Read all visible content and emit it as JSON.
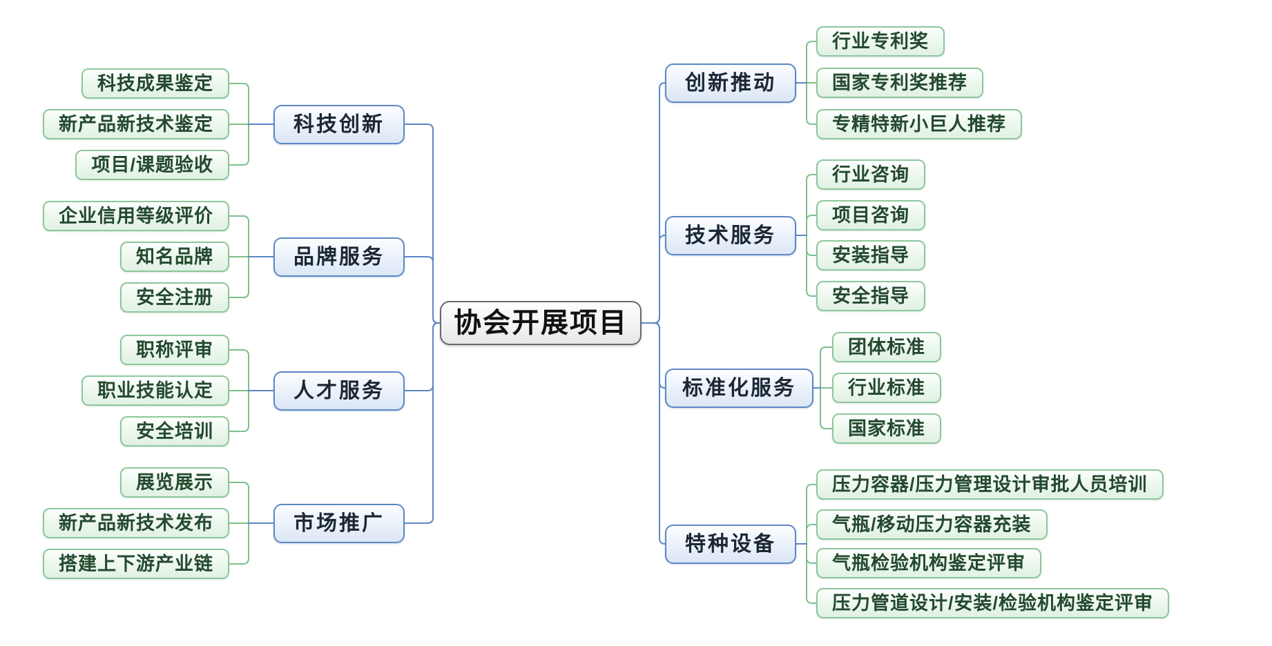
{
  "title": "协会开展项目",
  "colors": {
    "branch_border": "#5b87c5",
    "branch_fill": "#dbe6f5",
    "leaf_border": "#8cc79a",
    "leaf_fill": "#e1f1e4",
    "leaf_text": "#24492f",
    "center_border": "#666a6e",
    "connector_green": "#7cbf8c",
    "connector_blue": "#5b87c5"
  },
  "branches": [
    {
      "label": "科技创新",
      "side": "left",
      "children": [
        "科技成果鉴定",
        "新产品新技术鉴定",
        "项目/课题验收"
      ]
    },
    {
      "label": "品牌服务",
      "side": "left",
      "children": [
        "企业信用等级评价",
        "知名品牌",
        "安全注册"
      ]
    },
    {
      "label": "人才服务",
      "side": "left",
      "children": [
        "职称评审",
        "职业技能认定",
        "安全培训"
      ]
    },
    {
      "label": "市场推广",
      "side": "left",
      "children": [
        "展览展示",
        "新产品新技术发布",
        "搭建上下游产业链"
      ]
    },
    {
      "label": "创新推动",
      "side": "right",
      "children": [
        "行业专利奖",
        "国家专利奖推荐",
        "专精特新小巨人推荐"
      ]
    },
    {
      "label": "技术服务",
      "side": "right",
      "children": [
        "行业咨询",
        "项目咨询",
        "安装指导",
        "安全指导"
      ]
    },
    {
      "label": "标准化服务",
      "side": "right",
      "children": [
        "团体标准",
        "行业标准",
        "国家标准"
      ]
    },
    {
      "label": "特种设备",
      "side": "right",
      "children": [
        "压力容器/压力管理设计审批人员培训",
        "气瓶/移动压力容器充装",
        "气瓶检验机构鉴定评审",
        "压力管道设计/安装/检验机构鉴定评审"
      ]
    }
  ]
}
